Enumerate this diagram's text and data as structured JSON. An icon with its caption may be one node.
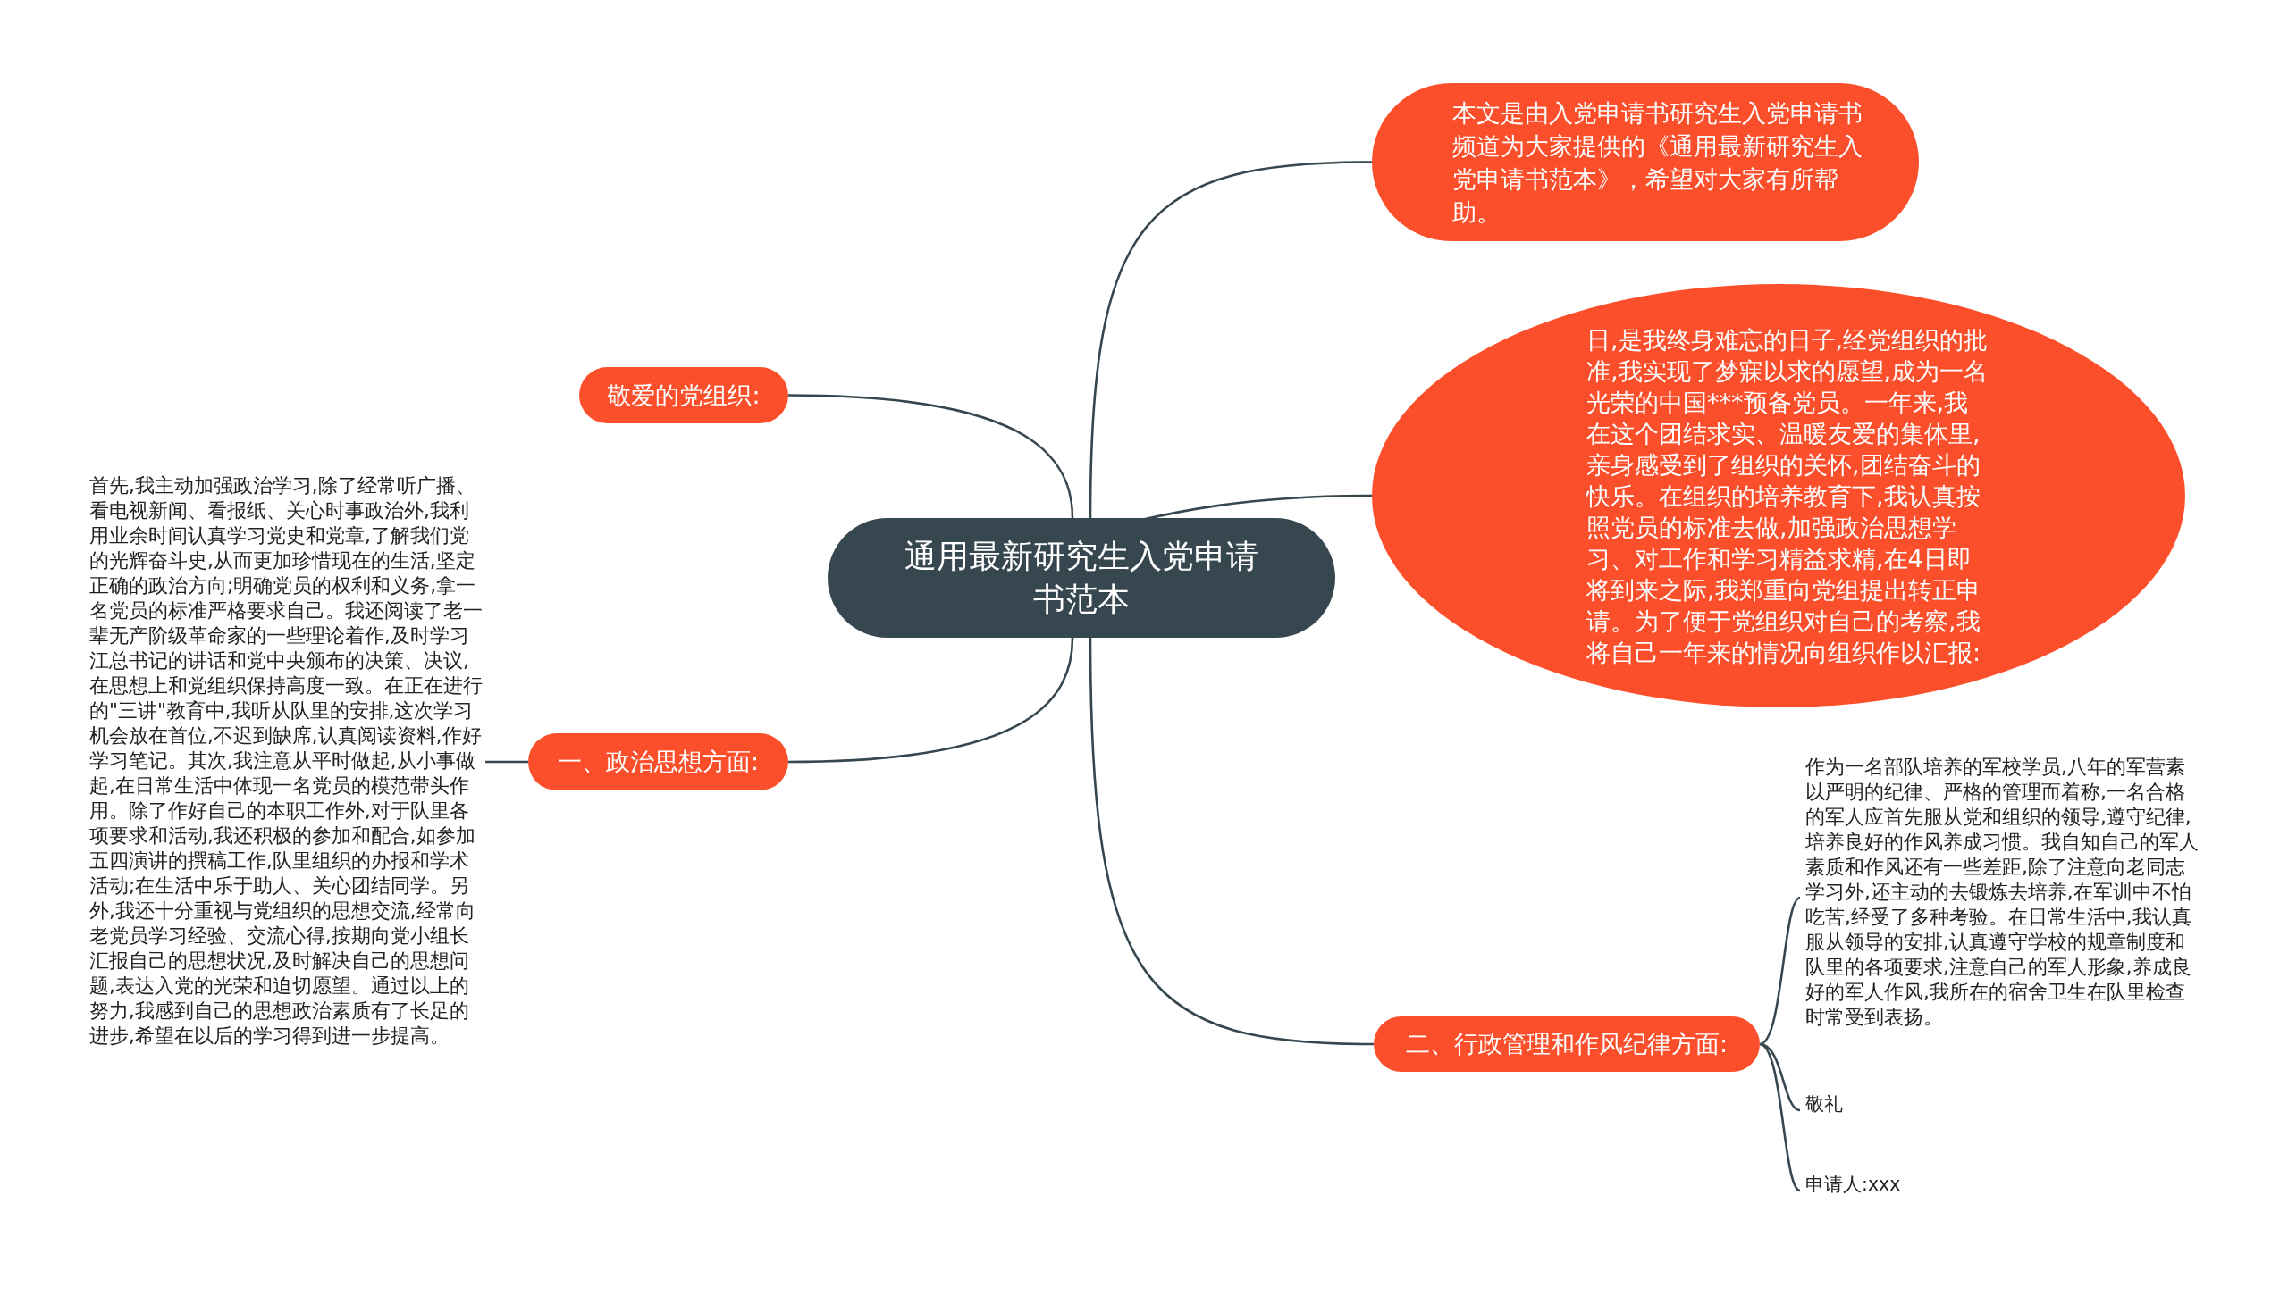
{
  "diagram": {
    "nodes": [
      {
        "text": [
          "通用最新研究生入党申请书范本"
        ]
      },
      {
        "text": [
          "本文是由入党申请书研究生入党申请书频道为大家提供的《通用最新研究生入党申请书范本》，希望对大家有所帮助。"
        ]
      },
      {
        "text": [
          "日,是我终身难忘的日子,经党组织的批准,我实现了梦寐以求的愿望,成为一名光荣的中国***预备党员。一年来,我在这个团结求实、温暖友爱的集体里,亲身感受到了组织的关怀,团结奋斗的快乐。在组织的培养教育下,我认真按照党员的标准去做,加强政治思想学习、对工作和学习精益求精,在4日即将到来之际,我郑重向党组提出转正申请。为了便于党组织对自己的考察,我将自己一年来的情况向组织作以汇报:"
        ]
      },
      {
        "text": [
          "敬爱的党组织:"
        ]
      },
      {
        "text": [
          "一、政治思想方面:"
        ]
      },
      {
        "text": [
          "首先,我主动加强政治学习,除了经常听广播、看电视新闻、看报纸、关心时事政治外,我利用业余时间认真学习党史和党章,了解我们党的光辉奋斗史,从而更加珍惜现在的生活,坚定正确的政治方向;明确党员的权利和义务,拿一名党员的标准严格要求自己。我还阅读了老一辈无产阶级革命家的一些理论着作,及时学习江总书记的讲话和党中央颁布的决策、决议,在思想上和党组织保持高度一致。在正在进行的\"三讲\"教育中,我听从队里的安排,这次学习机会放在首位,不迟到缺席,认真阅读资料,作好学习笔记。其次,我注意从平时做起,从小事做起,在日常生活中体现一名党员的模范带头作用。除了作好自己的本职工作外,对于队里各项要求和活动,我还积极的参加和配合,如参加五四演讲的撰稿工作,队里组织的办报和学术活动;在生活中乐于助人、关心团结同学。另外,我还十分重视与党组织的思想交流,经常向老党员学习经验、交流心得,按期向党小组长汇报自己的思想状况,及时解决自己的思想问题,表达入党的光荣和迫切愿望。通过以上的努力,我感到自己的思想政治素质有了长足的进步,希望在以后的学习得到进一步提高。"
        ]
      },
      {
        "text": [
          "二、行政管理和作风纪律方面:"
        ]
      },
      {
        "text": [
          "作为一名部队培养的军校学员,八年的军营素以严明的纪律、严格的管理而着称,一名合格的军人应首先服从党和组织的领导,遵守纪律,培养良好的作风养成习惯。我自知自己的军人素质和作风还有一些差距,除了注意向老同志学习外,还主动的去锻炼去培养,在军训中不怕吃苦,经受了多种考验。在日常生活中,我认真服从领导的安排,认真遵守学校的规章制度和队里的各项要求,注意自己的军人形象,养成良好的军人作风,我所在的宿舍卫生在队里检查时常受到表扬。"
        ]
      },
      {
        "text": [
          "敬礼"
        ]
      },
      {
        "text": [
          "申请人:xxx"
        ]
      }
    ],
    "edges": [
      {
        "from": 0,
        "to": 1,
        "arrow": "none"
      },
      {
        "from": 0,
        "to": 2,
        "arrow": "none"
      },
      {
        "from": 0,
        "to": 3,
        "arrow": "none"
      },
      {
        "from": 0,
        "to": 4,
        "arrow": "none"
      },
      {
        "from": 0,
        "to": 6,
        "arrow": "none"
      },
      {
        "from": 4,
        "to": 5,
        "arrow": "none"
      },
      {
        "from": 6,
        "to": 7,
        "arrow": "none"
      },
      {
        "from": 6,
        "to": 8,
        "arrow": "none"
      },
      {
        "from": 6,
        "to": 9,
        "arrow": "none"
      }
    ]
  }
}
